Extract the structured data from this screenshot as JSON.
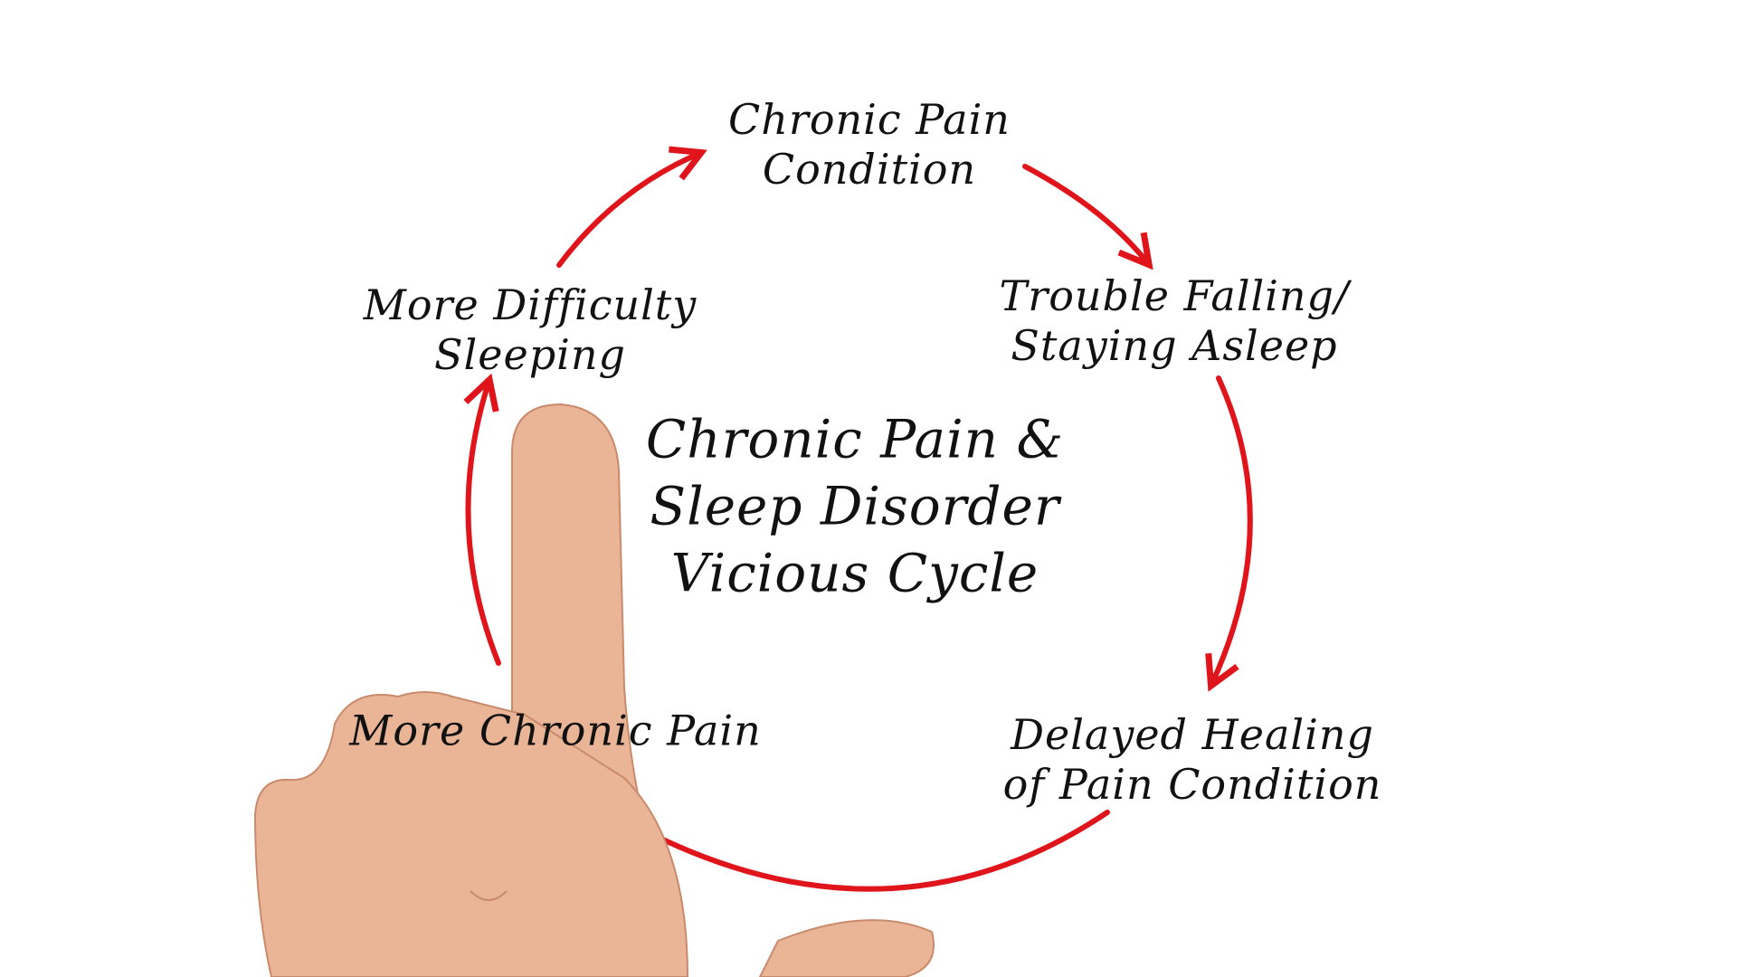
{
  "diagram": {
    "title_lines": [
      "Chronic Pain &",
      "Sleep Disorder",
      "Vicious Cycle"
    ],
    "nodes": [
      {
        "lines": [
          "Chronic Pain",
          "Condition"
        ]
      },
      {
        "lines": [
          "Trouble Falling/",
          "Staying Asleep"
        ]
      },
      {
        "lines": [
          "Delayed Healing",
          "of Pain Condition"
        ]
      },
      {
        "lines": [
          "More Chronic Pain"
        ]
      },
      {
        "lines": [
          "More Difficulty",
          "Sleeping"
        ]
      }
    ],
    "arrow_color": "#e0141b",
    "skin_color": "#e9b596"
  }
}
